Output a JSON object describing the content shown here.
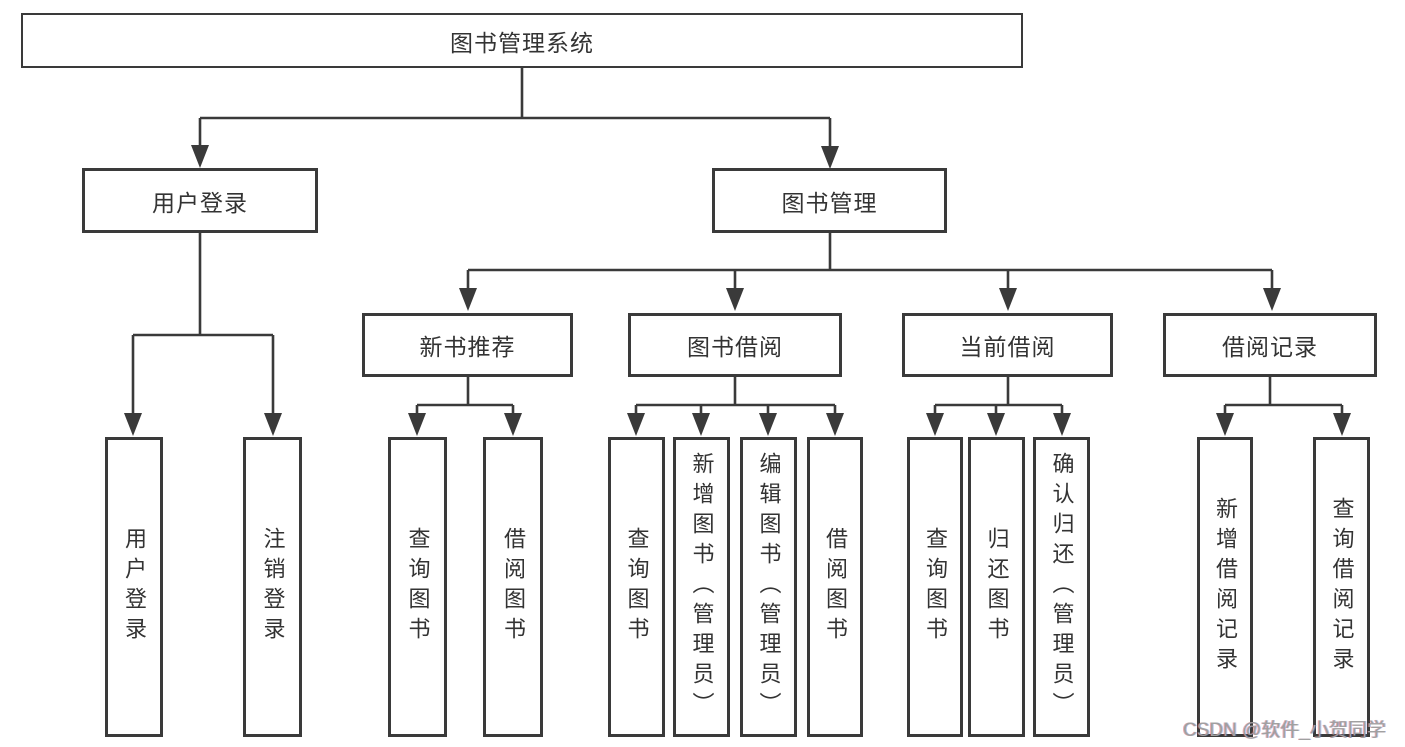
{
  "diagram": {
    "root": {
      "label": "图书管理系统"
    },
    "level2": [
      {
        "label": "用户登录"
      },
      {
        "label": "图书管理"
      }
    ],
    "level3": [
      {
        "label": "新书推荐",
        "parent": "图书管理"
      },
      {
        "label": "图书借阅",
        "parent": "图书管理"
      },
      {
        "label": "当前借阅",
        "parent": "图书管理"
      },
      {
        "label": "借阅记录",
        "parent": "图书管理"
      }
    ],
    "leaves": [
      {
        "label": "用户登录",
        "parent": "用户登录"
      },
      {
        "label": "注销登录",
        "parent": "用户登录"
      },
      {
        "label": "查询图书",
        "parent": "新书推荐"
      },
      {
        "label": "借阅图书",
        "parent": "新书推荐"
      },
      {
        "label": "查询图书",
        "parent": "图书借阅"
      },
      {
        "label": "新增图书（管理员）",
        "parent": "图书借阅"
      },
      {
        "label": "编辑图书（管理员）",
        "parent": "图书借阅"
      },
      {
        "label": "借阅图书",
        "parent": "图书借阅"
      },
      {
        "label": "查询图书",
        "parent": "当前借阅"
      },
      {
        "label": "归还图书",
        "parent": "当前借阅"
      },
      {
        "label": "确认归还（管理员）",
        "parent": "当前借阅"
      },
      {
        "label": "新增借阅记录",
        "parent": "借阅记录"
      },
      {
        "label": "查询借阅记录",
        "parent": "借阅记录"
      }
    ]
  },
  "watermark": {
    "text": "CSDN @软件_小贺同学"
  },
  "colors": {
    "line": "#3a3a3a",
    "box_border": "#3a3a3a",
    "text": "#333333",
    "watermark": "#a0a0a0",
    "background": "#ffffff"
  }
}
